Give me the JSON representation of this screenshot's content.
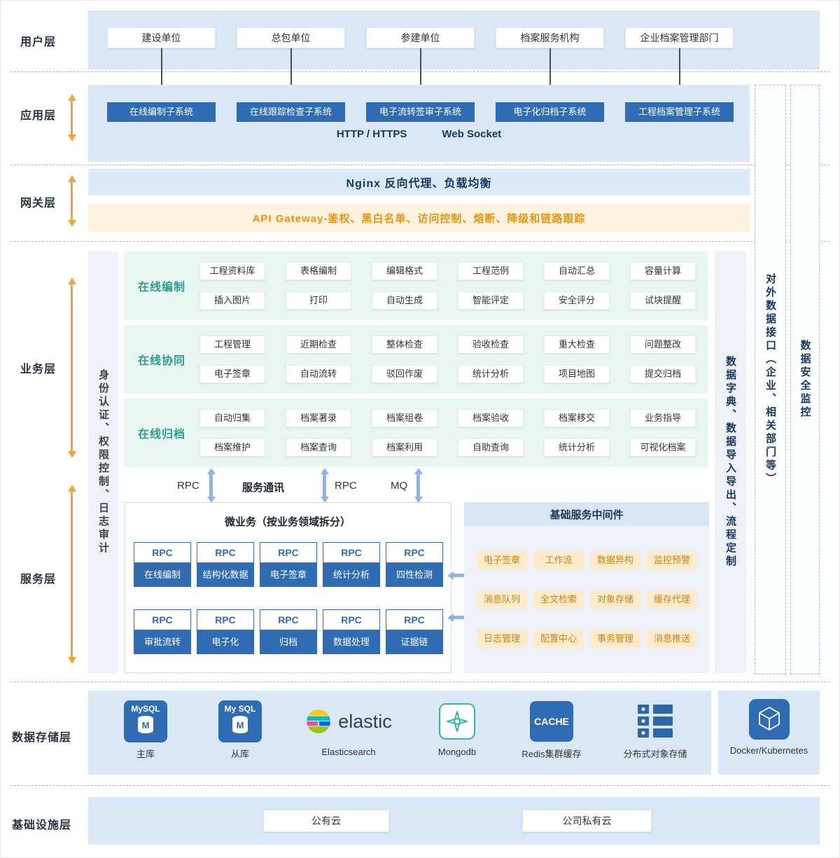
{
  "colors": {
    "accent": "#2f6cb3",
    "panel": "#d9e7f6",
    "teal": "#2a9d8f",
    "teal_bg": "#e9f5f0",
    "orange": "#f2a23c",
    "api_text": "#e8940f",
    "api_bg": "#fdf2dd",
    "mid_bg": "#fdeccb",
    "mid_text": "#c8821f",
    "navy": "#17375e",
    "rail_bg": "#eef1f5"
  },
  "user": {
    "label": "用户层",
    "items": [
      "建设单位",
      "总包单位",
      "参建单位",
      "档案服务机构",
      "企业档案管理部门"
    ]
  },
  "app": {
    "label": "应用层",
    "systems": [
      "在线编制子系统",
      "在线跟踪检查子系统",
      "电子流转签审子系统",
      "电子化归档子系统",
      "工程档案管理子系统"
    ],
    "protocols": [
      "HTTP / HTTPS",
      "Web Socket"
    ]
  },
  "gateway": {
    "label": "网关层",
    "nginx": "Nginx 反向代理、负载均衡",
    "api": "API Gateway-鉴权、黑白名单、访问控制、熔断、降级和链路跟踪"
  },
  "business": {
    "label": "业务层",
    "left_rail": "身份认证、权限控制、日志审计",
    "groups": [
      {
        "name": "在线编制",
        "items": [
          "工程资料库",
          "表格编制",
          "编辑格式",
          "工程范例",
          "自动汇总",
          "容量计算",
          "插入图片",
          "打印",
          "自动生成",
          "智能评定",
          "安全评分",
          "试块提醒"
        ]
      },
      {
        "name": "在线协同",
        "items": [
          "工程管理",
          "近期检查",
          "整体检查",
          "验收检查",
          "重大检查",
          "问题整改",
          "电子签章",
          "自动流转",
          "驳回作废",
          "统计分析",
          "项目地图",
          "提交归档"
        ]
      },
      {
        "name": "在线归档",
        "items": [
          "自动归集",
          "档案著录",
          "档案组卷",
          "档案验收",
          "档案移交",
          "业务指导",
          "档案维护",
          "档案查询",
          "档案利用",
          "自助查询",
          "统计分析",
          "可视化档案"
        ]
      }
    ]
  },
  "service": {
    "label": "服务层",
    "comm_labels": [
      "RPC",
      "服务通讯",
      "RPC",
      "MQ"
    ],
    "micro": {
      "title": "微业务（按业务领域拆分）",
      "rpc": "RPC",
      "items": [
        "在线编制",
        "结构化数据",
        "电子签章",
        "统计分析",
        "四性检测",
        "审批流转",
        "电子化",
        "归档",
        "数据处理",
        "证据链"
      ]
    },
    "middleware": {
      "title": "基础服务中间件",
      "items": [
        "电子签章",
        "工作流",
        "数据异构",
        "监控预警",
        "消息队列",
        "全文检索",
        "对象存储",
        "缓存代理",
        "日志管理",
        "配置中心",
        "事务管理",
        "消息推送"
      ]
    },
    "right_rail": "数据字典、数据导入导出、流程定制"
  },
  "side": {
    "external": "对外数据接口（企业、相关部门等）",
    "security": "数据安全监控"
  },
  "storage": {
    "label": "数据存储层",
    "items": [
      {
        "icon": "mysql-icon",
        "icon_text": "MySQL",
        "caption": "主库"
      },
      {
        "icon": "mysql-icon",
        "icon_text": "My SQL",
        "caption": "从库"
      },
      {
        "icon": "elastic-icon",
        "icon_text": "elastic",
        "caption": "Elasticsearch"
      },
      {
        "icon": "mongodb-icon",
        "icon_text": "",
        "caption": "Mongodb"
      },
      {
        "icon": "redis-cache-icon",
        "icon_text": "CACHE",
        "caption": "Redis集群缓存"
      },
      {
        "icon": "object-storage-icon",
        "icon_text": "",
        "caption": "分布式对象存储"
      }
    ],
    "docker_caption": "Docker/Kubernetes"
  },
  "infra": {
    "label": "基础设施层",
    "items": [
      "公有云",
      "公司私有云"
    ]
  }
}
